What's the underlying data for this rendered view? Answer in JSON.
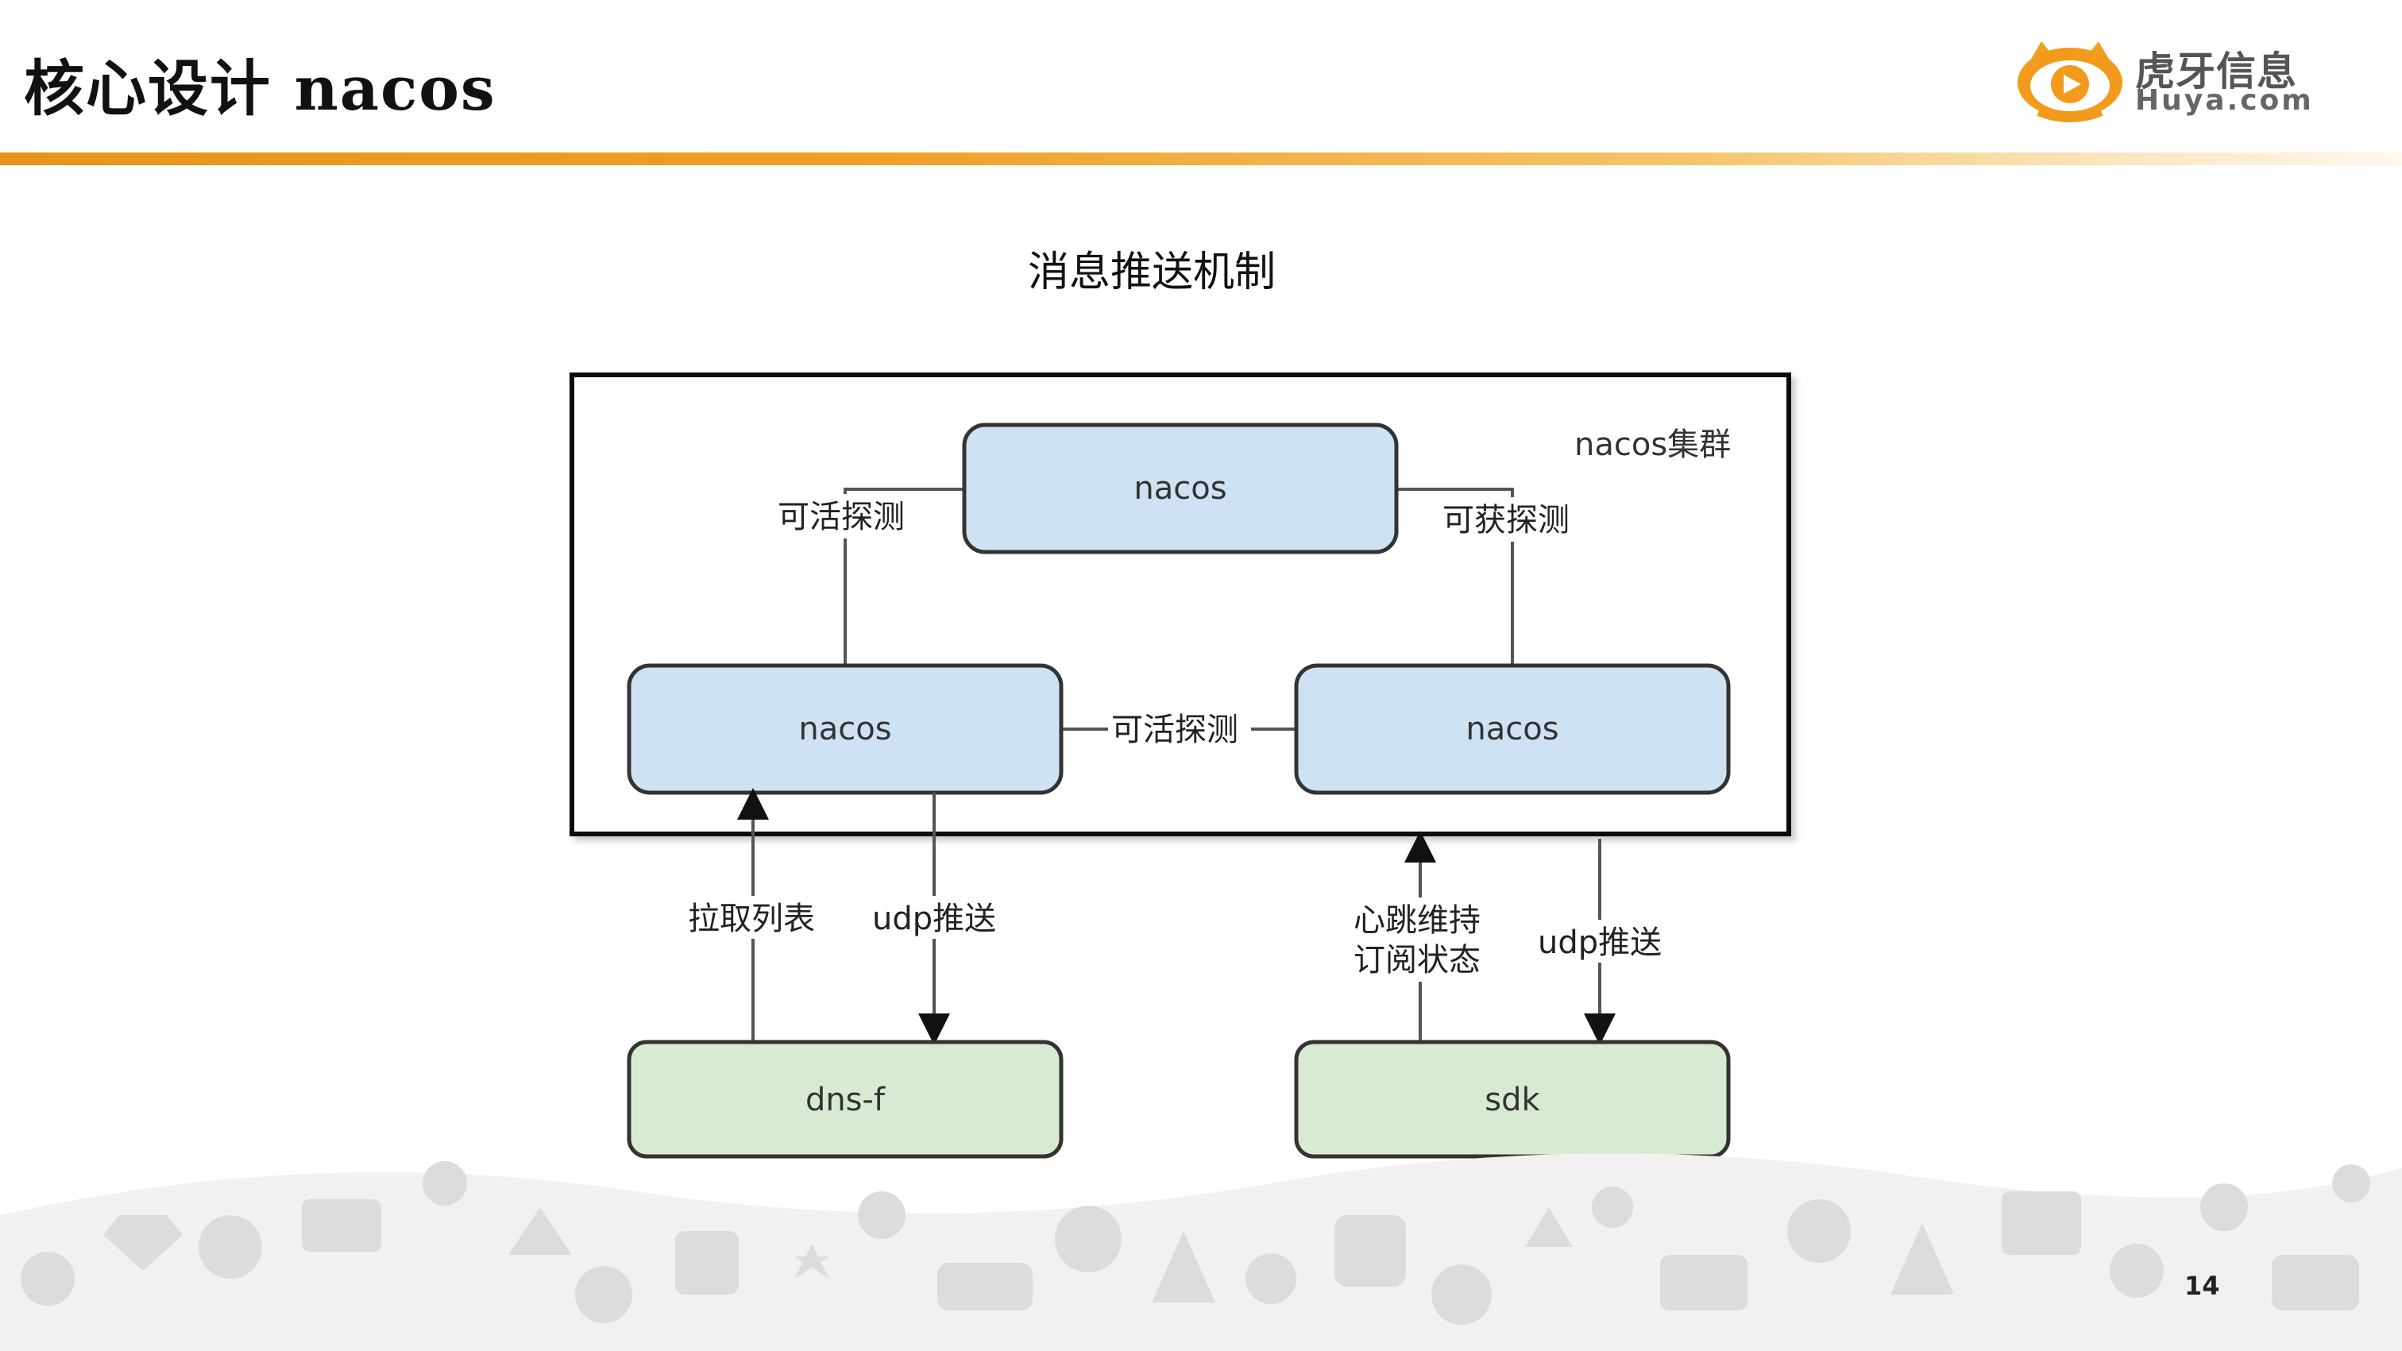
{
  "slide": {
    "title": "核心设计 nacos",
    "page_number": "14"
  },
  "logo": {
    "text_cn": "虎牙信息",
    "text_en": "Huya.com"
  },
  "diagram": {
    "title": "消息推送机制",
    "cluster_label": "nacos集群",
    "nodes": {
      "top": "nacos",
      "left": "nacos",
      "right": "nacos",
      "dns": "dns-f",
      "sdk": "sdk"
    },
    "edges": {
      "top_left": "可活探测",
      "top_right": "可获探测",
      "left_right": "可活探测",
      "pull_list": "拉取列表",
      "udp_push_left": "udp推送",
      "heartbeat_line1": "心跳维持",
      "heartbeat_line2": "订阅状态",
      "udp_push_right": "udp推送"
    },
    "colors": {
      "nacos_fill": "#cfe2f3",
      "client_fill": "#d9ead3",
      "stroke": "#333333",
      "accent": "#e8941a"
    }
  }
}
